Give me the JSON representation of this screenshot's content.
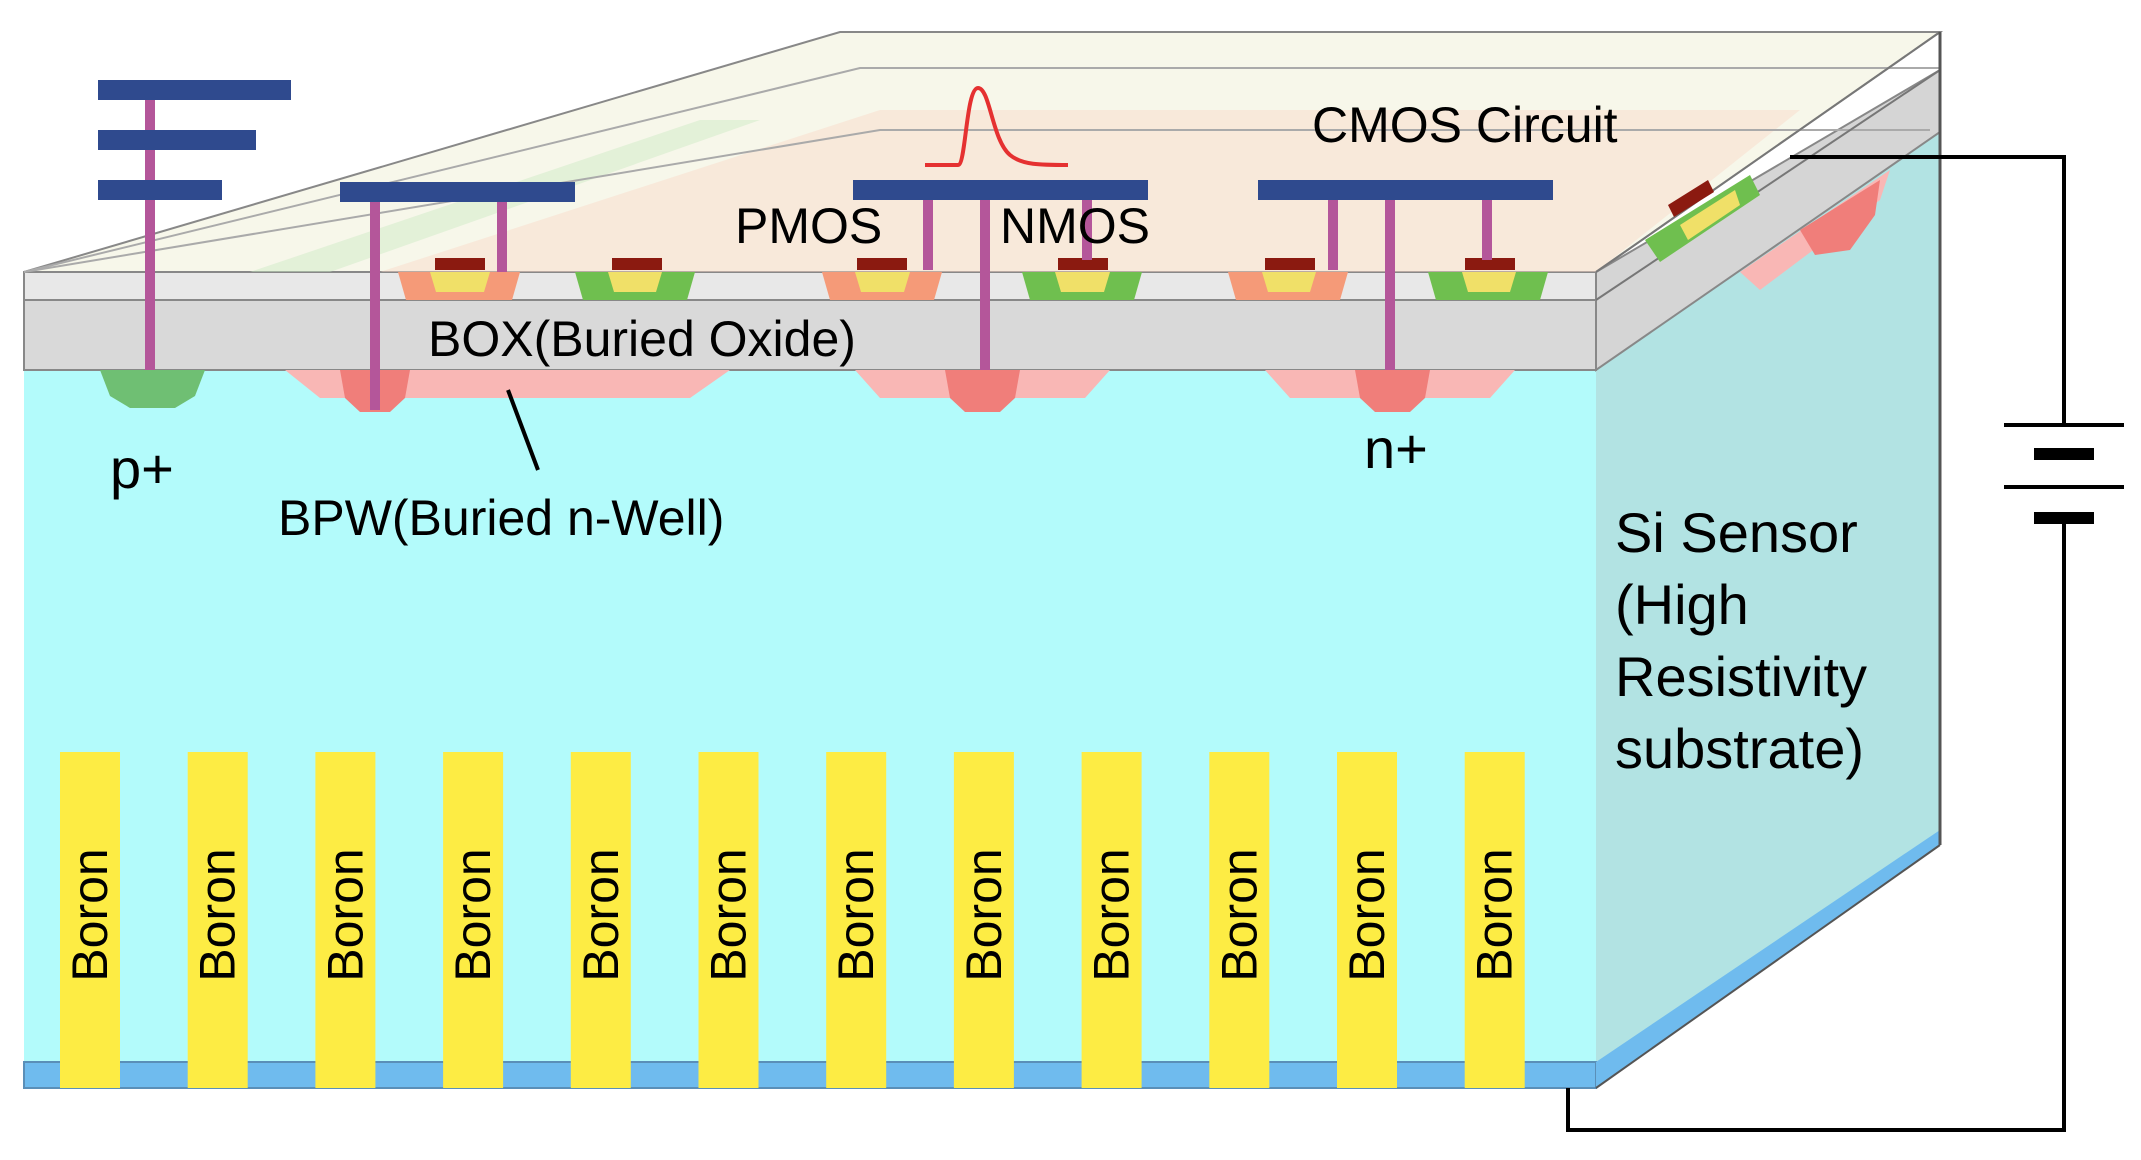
{
  "labels": {
    "cmos_circuit": "CMOS Circuit",
    "pmos": "PMOS",
    "nmos": "NMOS",
    "box": "BOX(Buried Oxide)",
    "p_plus": "p+",
    "n_plus": "n+",
    "bpw": "BPW(Buried n-Well)",
    "si_sensor": [
      "Si Sensor",
      "(High",
      "Resistivity",
      "substrate)"
    ],
    "boron": "Boron"
  },
  "boron_column_count": 12,
  "colors": {
    "sensor_front": "#b3fbfb",
    "sensor_side": "#b2e3e3",
    "box_layer": "#d9d9d9",
    "top_surface": "#f7f7ea",
    "wire": "#2f4a8e",
    "via": "#b4569a",
    "p_implant": "#6fbf73",
    "n_implant": "#f07e7a",
    "bpw": "#f9b7b5",
    "boron": "#fdec44",
    "backside": "#6fbbee",
    "gate": "#8b1a10",
    "pulse": "#e53131"
  }
}
